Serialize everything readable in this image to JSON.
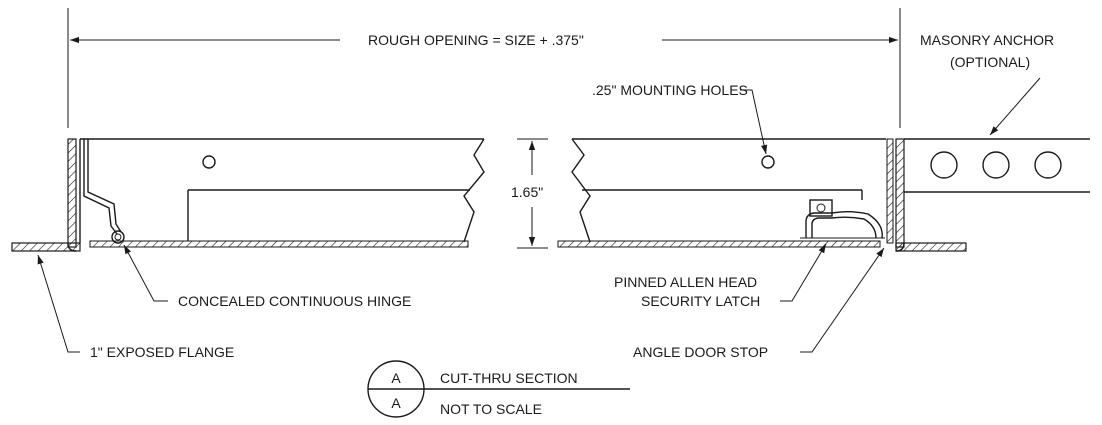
{
  "labels": {
    "rough_opening": "ROUGH OPENING = SIZE + .375\"",
    "masonry_anchor_line1": "MASONRY ANCHOR",
    "masonry_anchor_line2": "(OPTIONAL)",
    "mounting_holes": ".25\" MOUNTING HOLES",
    "depth_dimension": "1.65\"",
    "concealed_hinge": "CONCEALED CONTINUOUS HINGE",
    "latch_line1": "PINNED ALLEN HEAD",
    "latch_line2": "SECURITY LATCH",
    "exposed_flange": "1\" EXPOSED FLANGE",
    "angle_door_stop": "ANGLE DOOR STOP"
  },
  "section_marker": {
    "top_letter": "A",
    "bottom_letter": "A",
    "title": "CUT-THRU SECTION",
    "scale_note": "NOT TO SCALE"
  },
  "colors": {
    "linework": "#1a1a1a",
    "background": "#ffffff"
  }
}
